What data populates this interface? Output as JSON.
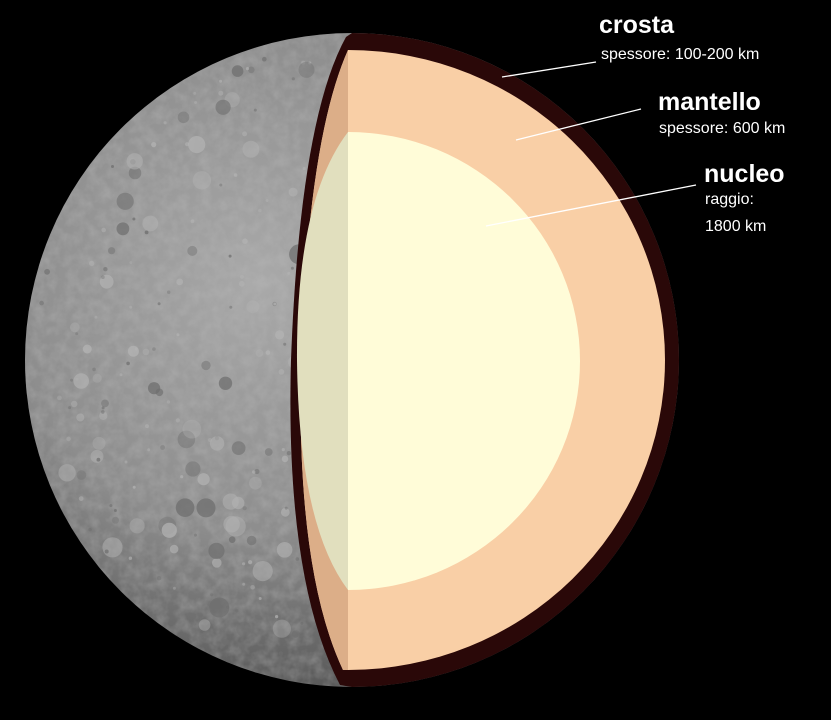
{
  "layers": [
    {
      "id": "crust",
      "name": "crosta",
      "detail_lines": [
        "spessore: 100-200 km"
      ]
    },
    {
      "id": "mantle",
      "name": "mantello",
      "detail_lines": [
        "spessore: 600 km"
      ]
    },
    {
      "id": "core",
      "name": "nucleo",
      "detail_lines": [
        "raggio:",
        "1800 km"
      ]
    }
  ],
  "colors": {
    "background": "#000000",
    "surface": "#8a8a8a",
    "crust": "#2a0808",
    "mantle": "#f9cfa6",
    "mantle_shadow": "#dcae88",
    "core": "#fffcd8",
    "core_shadow": "#e1dfbe",
    "leader_line": "#ffffff",
    "text": "#ffffff"
  }
}
